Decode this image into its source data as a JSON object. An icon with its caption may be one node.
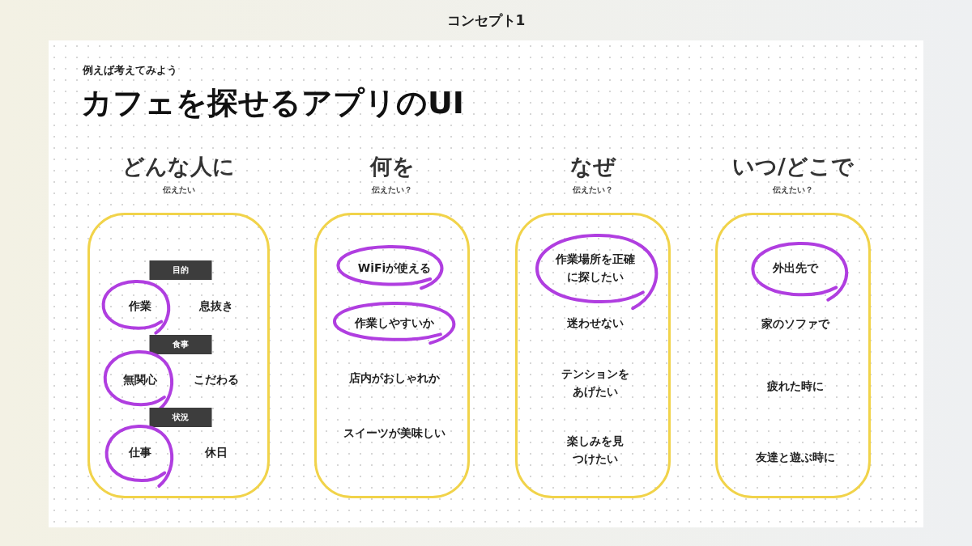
{
  "diagram": {
    "title": "コンセプト1",
    "labels": [
      "例えば考えてみよう",
      "カフェを探せるアプリのUI"
    ],
    "nodes": [
      {
        "text": [
          "どんな人に",
          "伝えたい"
        ]
      },
      {
        "text": [
          "目的"
        ],
        "in": 0
      },
      {
        "text": [
          "作業"
        ],
        "in": 0
      },
      {
        "text": [
          "息抜き"
        ],
        "in": 0
      },
      {
        "text": [
          "食事"
        ],
        "in": 0
      },
      {
        "text": [
          "無関心"
        ],
        "in": 0
      },
      {
        "text": [
          "こだわる"
        ],
        "in": 0
      },
      {
        "text": [
          "状況"
        ],
        "in": 0
      },
      {
        "text": [
          "仕事"
        ],
        "in": 0
      },
      {
        "text": [
          "休日"
        ],
        "in": 0
      },
      {
        "text": [
          "何を",
          "伝えたい？"
        ]
      },
      {
        "text": [
          "WiFiが使える"
        ],
        "in": 10
      },
      {
        "text": [
          "作業しやすいか"
        ],
        "in": 10
      },
      {
        "text": [
          "店内がおしゃれか"
        ],
        "in": 10
      },
      {
        "text": [
          "スイーツが美味しい"
        ],
        "in": 10
      },
      {
        "text": [
          "なぜ",
          "伝えたい？"
        ]
      },
      {
        "text": [
          "作業場所を正確に探したい"
        ],
        "in": 15
      },
      {
        "text": [
          "迷わせない"
        ],
        "in": 15
      },
      {
        "text": [
          "テンションをあげたい"
        ],
        "in": 15
      },
      {
        "text": [
          "楽しみを見つけたい"
        ],
        "in": 15
      },
      {
        "text": [
          "いつ/どこで",
          "伝えたい？"
        ]
      },
      {
        "text": [
          "外出先で"
        ],
        "in": 20
      },
      {
        "text": [
          "家のソファで"
        ],
        "in": 20
      },
      {
        "text": [
          "疲れた時に"
        ],
        "in": 20
      },
      {
        "text": [
          "友達と遊ぶ時に"
        ],
        "in": 20
      }
    ]
  }
}
